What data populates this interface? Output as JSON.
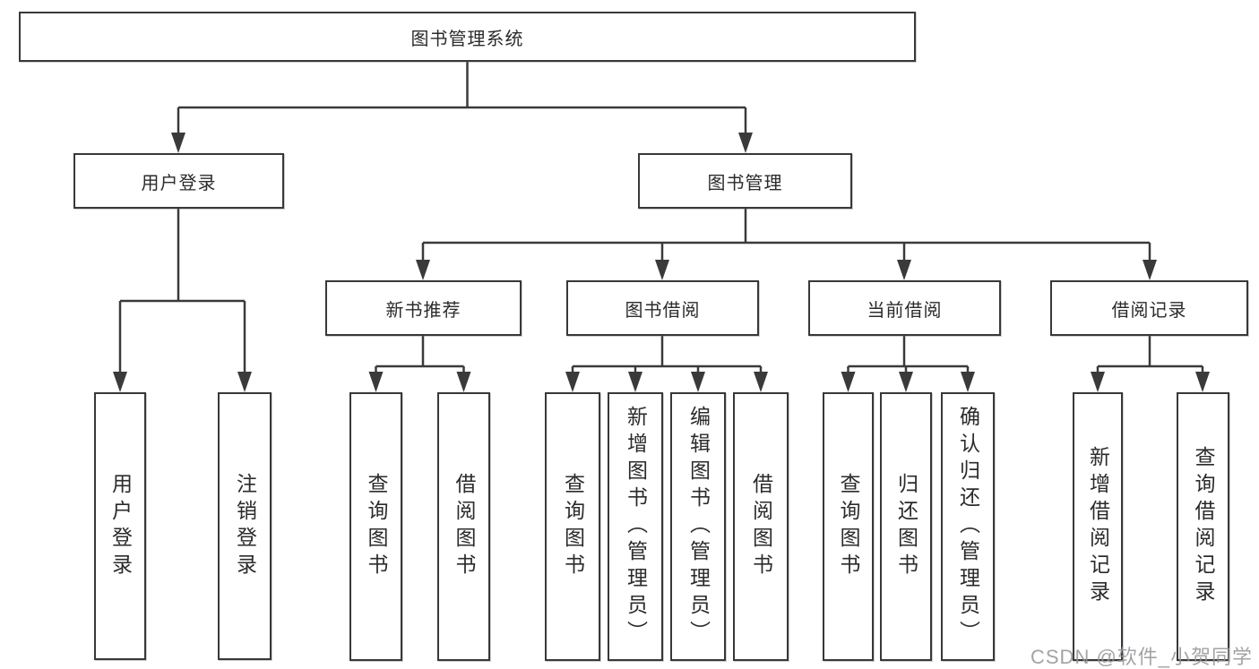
{
  "tree": {
    "root": "图书管理系统",
    "branches": [
      {
        "label": "用户登录",
        "children": [
          "用户登录",
          "注销登录"
        ]
      },
      {
        "label": "图书管理",
        "groups": [
          {
            "label": "新书推荐",
            "children": [
              "查询图书",
              "借阅图书"
            ]
          },
          {
            "label": "图书借阅",
            "children": [
              "查询图书",
              "新增图书（管理员）",
              "编辑图书（管理员）",
              "借阅图书"
            ]
          },
          {
            "label": "当前借阅",
            "children": [
              "查询图书",
              "归还图书",
              "确认归还（管理员）"
            ]
          },
          {
            "label": "借阅记录",
            "children": [
              "新增借阅记录",
              "查询借阅记录"
            ]
          }
        ]
      }
    ]
  },
  "watermark": "CSDN @软件_小贺同学",
  "colors": {
    "line": "#3a3a3a",
    "box_border": "#383838",
    "text": "#2b2b2b",
    "watermark": "#919396",
    "background": "#ffffff"
  }
}
